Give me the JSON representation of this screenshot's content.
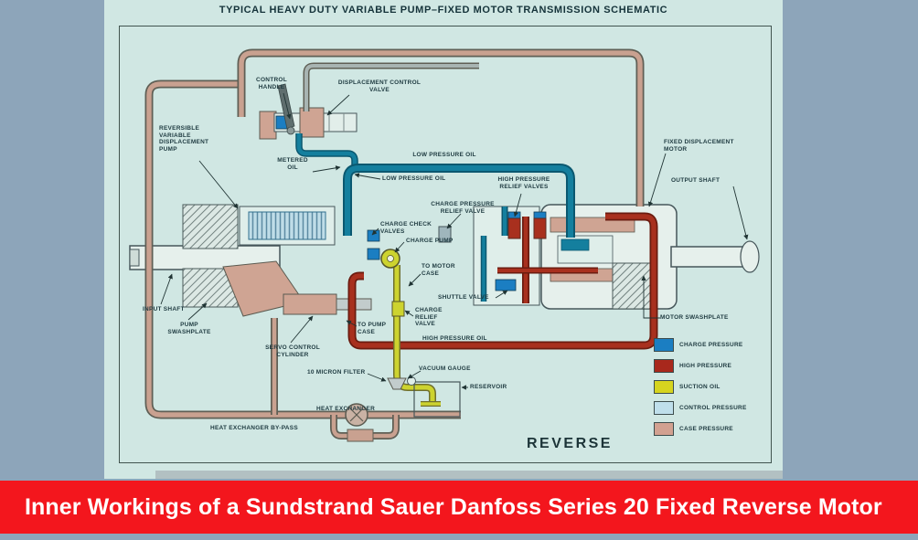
{
  "colors": {
    "page_background": "#8da5ba",
    "diagram_background": "#d0e7e3",
    "banner_background": "#f3161d",
    "banner_text": "#ffffff",
    "label_text": "#1e3a40",
    "charge_pressure": "#1b7ec2",
    "high_pressure": "#a8281c",
    "suction_oil": "#d6d41f",
    "control_pressure": "#bfdfeb",
    "case_pressure": "#d2a191",
    "low_pressure_pipe": "#147f9e",
    "high_pressure_pipe": "#a8301e"
  },
  "banner": {
    "text": "Inner Workings of a Sundstrand Sauer Danfoss Series 20 Fixed Reverse Motor"
  },
  "schematic": {
    "title": "TYPICAL HEAVY DUTY VARIABLE PUMP–FIXED MOTOR TRANSMISSION SCHEMATIC",
    "mode_label": "REVERSE",
    "labels": {
      "control_handle": "CONTROL\nHANDLE",
      "displacement_control_valve": "DISPLACEMENT CONTROL\nVALVE",
      "reversible_pump": "REVERSIBLE\nVARIABLE\nDISPLACEMENT\nPUMP",
      "metered_oil": "METERED\nOIL",
      "low_pressure_oil_top": "LOW PRESSURE OIL",
      "low_pressure_oil_side": "LOW PRESSURE OIL",
      "high_pressure_relief_valves": "HIGH PRESSURE\nRELIEF VALVES",
      "charge_pressure_relief_valve": "CHARGE PRESSURE\nRELIEF VALVE",
      "charge_check_valves": "CHARGE CHECK\nVALVES",
      "charge_pump": "CHARGE PUMP",
      "to_motor_case": "TO MOTOR\nCASE",
      "shuttle_valve": "SHUTTLE VALVE",
      "charge_relief_valve": "CHARGE\nRELIEF\nVALVE",
      "to_pump_case": "TO PUMP\nCASE",
      "high_pressure_oil": "HIGH PRESSURE OIL",
      "fixed_displacement_motor": "FIXED DISPLACEMENT\nMOTOR",
      "output_shaft": "OUTPUT SHAFT",
      "motor_swashplate": "MOTOR SWASHPLATE",
      "input_shaft": "INPUT SHAFT",
      "pump_swashplate": "PUMP\nSWASHPLATE",
      "servo_control_cylinder": "SERVO CONTROL\nCYLINDER",
      "micron_filter": "10 MICRON FILTER",
      "vacuum_gauge": "VACUUM GAUGE",
      "reservoir": "RESERVOIR",
      "heat_exchanger": "HEAT EXCHANGER",
      "heat_exchanger_bypass": "HEAT EXCHANGER BY-PASS"
    }
  },
  "legend": {
    "items": [
      {
        "label": "CHARGE PRESSURE",
        "color": "#1b7ec2",
        "chip_style": "background:#1b7ec2"
      },
      {
        "label": "HIGH PRESSURE",
        "color": "#a8281c",
        "chip_style": "background:#a8281c"
      },
      {
        "label": "SUCTION OIL",
        "color": "#d6d41f",
        "chip_style": "background:#d6d41f"
      },
      {
        "label": "CONTROL PRESSURE",
        "color": "#bfdfeb",
        "chip_style": "background:#bfdfeb"
      },
      {
        "label": "CASE PRESSURE",
        "color": "#d2a191",
        "chip_style": "background:#d2a191"
      }
    ]
  }
}
